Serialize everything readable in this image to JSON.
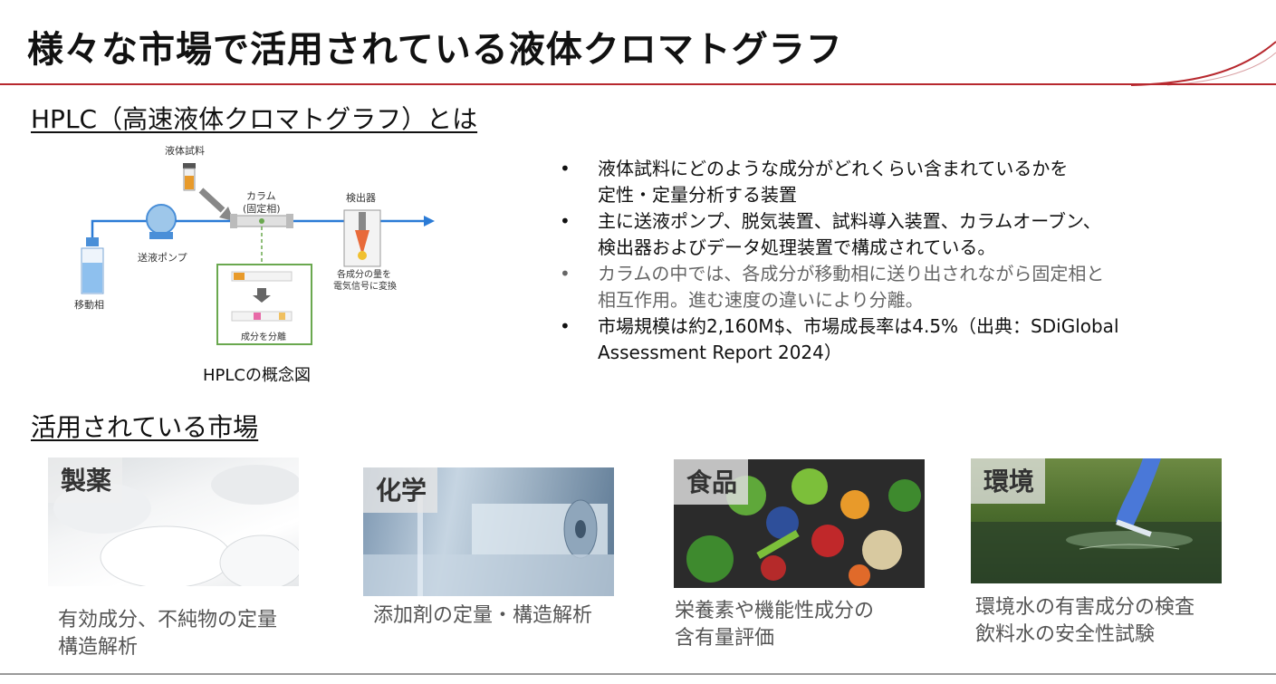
{
  "title": "様々な市場で活用されている液体クロマトグラフ",
  "hplc": {
    "heading": "HPLC（高速液体クロマトグラフ）とは",
    "diagram": {
      "sample": "液体試料",
      "column_line1": "カラム",
      "column_line2": "(固定相)",
      "detector": "検出器",
      "pump": "送液ポンプ",
      "mobile_phase": "移動相",
      "detector_note_line1": "各成分の量を",
      "detector_note_line2": "電気信号に変換",
      "separation": "成分を分離"
    },
    "caption": "HPLCの概念図",
    "bullet_glyph": "•",
    "bullets": [
      {
        "lines": [
          "液体試料にどのような成分がどれくらい含まれているかを",
          "定性・定量分析する装置"
        ]
      },
      {
        "lines": [
          "主に送液ポンプ、脱気装置、試料導入装置、カラムオーブン、",
          "検出器およびデータ処理装置で構成されている。"
        ]
      },
      {
        "lines": [
          "カラムの中では、各成分が移動相に送り出されながら固定相と",
          "相互作用。進む速度の違いにより分離。"
        ]
      },
      {
        "lines": [
          "市場規模は約2,160M$、市場成長率は4.5%（出典：SDiGlobal",
          "Assessment Report 2024）"
        ]
      }
    ]
  },
  "markets": {
    "heading": "活用されている市場",
    "cards": [
      {
        "tag": "製薬",
        "desc": [
          "有効成分、不純物の定量",
          "構造解析"
        ]
      },
      {
        "tag": "化学",
        "desc": [
          "添加剤の定量・構造解析"
        ]
      },
      {
        "tag": "食品",
        "desc": [
          "栄養素や機能性成分の",
          "含有量評価"
        ]
      },
      {
        "tag": "環境",
        "desc": [
          "環境水の有害成分の検査",
          "飲料水の安全性試験"
        ]
      }
    ]
  },
  "colors": {
    "accent_red": "#b7282e",
    "flow_blue": "#2b7bd6",
    "frame_green": "#6aa84f"
  }
}
